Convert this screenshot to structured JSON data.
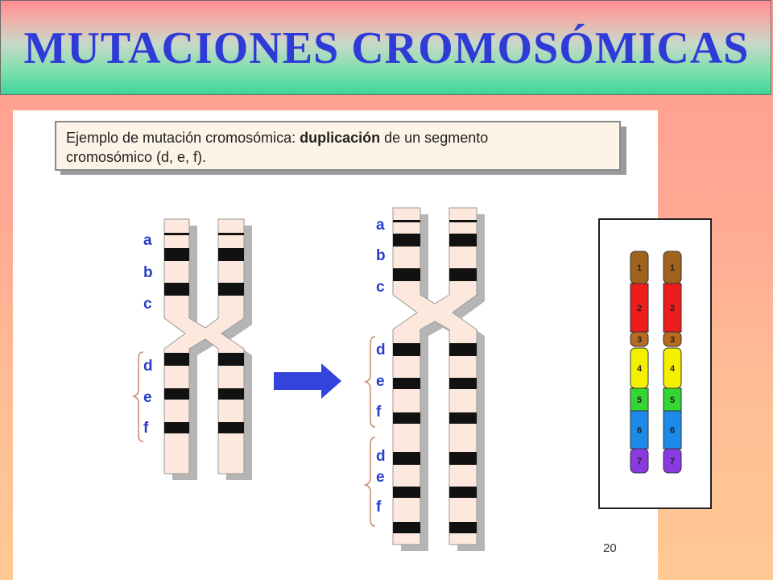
{
  "title": "MUTACIONES CROMOSÓMICAS",
  "caption": {
    "prefix": "Ejemplo de mutación cromosómica: ",
    "bold": "duplicación",
    "suffix_line1": " de un segmento",
    "line2": "cromosómico (d, e, f)."
  },
  "left_chromosome_labels": [
    "a",
    "b",
    "c",
    "d",
    "e",
    "f"
  ],
  "right_chromosome_labels": [
    "a",
    "b",
    "c",
    "d",
    "e",
    "f",
    "d",
    "e",
    "f"
  ],
  "page_number": "20",
  "inset": {
    "segments": [
      "1",
      "2",
      "3",
      "4",
      "5",
      "6",
      "7"
    ],
    "colors": {
      "1": "#a0631c",
      "2": "#ee1c1c",
      "3": "#b86a1e",
      "4": "#f5f000",
      "5": "#33d633",
      "6": "#1c8ae8",
      "7": "#8a3ae0"
    }
  },
  "colors": {
    "title": "#2e3bd6",
    "arrow": "#3344dd",
    "chromosome_fill": "#fce8dc",
    "band": "#111111"
  }
}
